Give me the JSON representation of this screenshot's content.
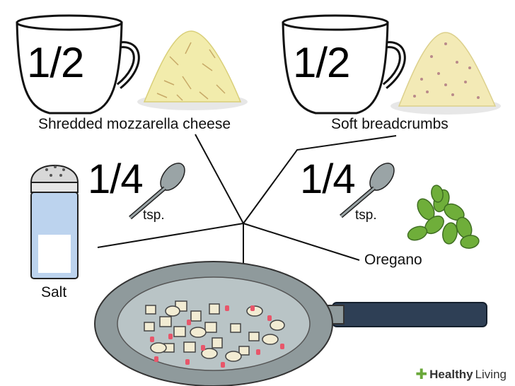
{
  "ingredients": {
    "cheese": {
      "amount": "1/2",
      "label": "Shredded mozzarella cheese"
    },
    "breadcrumbs": {
      "amount": "1/2",
      "label": "Soft breadcrumbs"
    },
    "salt": {
      "amount": "1/4",
      "unit": "tsp.",
      "label": "Salt"
    },
    "oregano": {
      "amount": "1/4",
      "unit": "tsp.",
      "label": "Oregano"
    }
  },
  "watermark": {
    "word1": "Healthy",
    "word2": "Living"
  },
  "colors": {
    "pan": "#8f9a9c",
    "pan_inner": "#b9c4c6",
    "handle": "#2e3f55",
    "salt_glass": "#bcd3ee",
    "oregano": "#6fae3a",
    "cheese": "#f2ecac",
    "breadcrumbs": "#f3eab6",
    "brand_green": "#6aa83a"
  }
}
